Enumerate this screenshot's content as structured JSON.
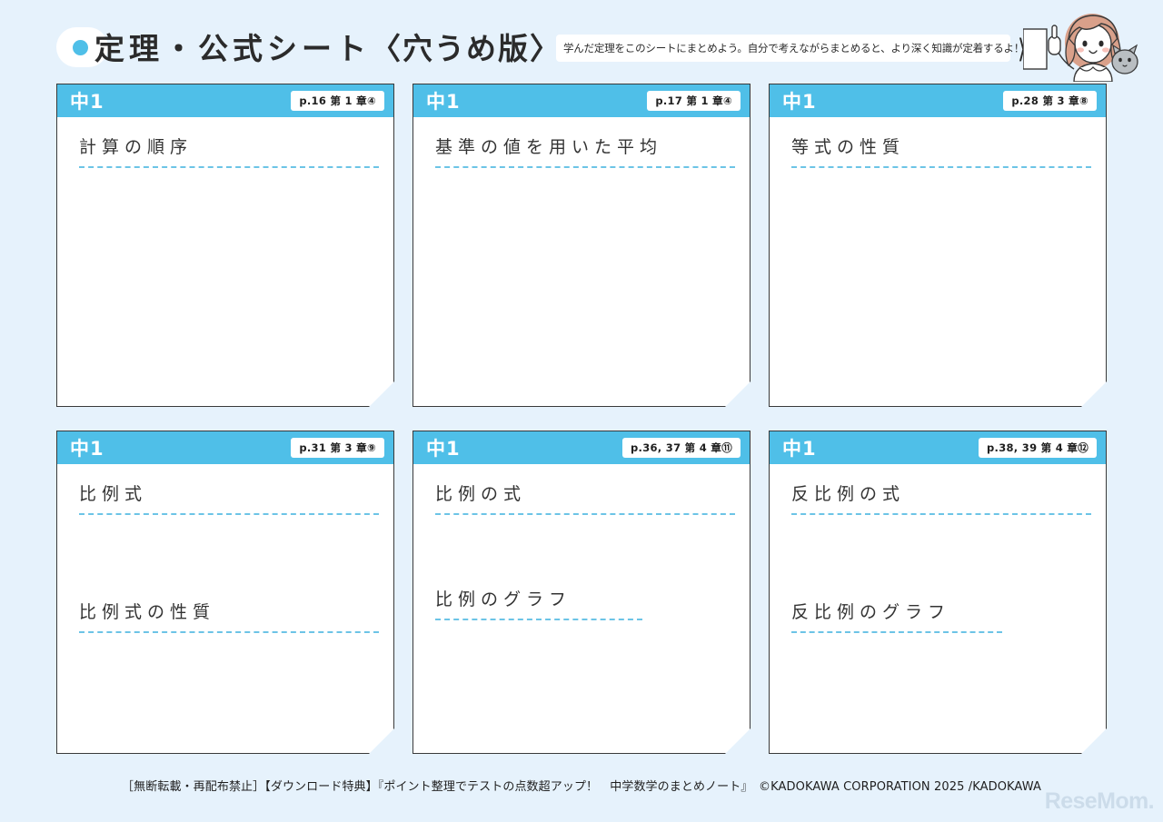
{
  "header": {
    "bullet_icon": "blue-dot-icon",
    "title_main": "定理・公式シート",
    "title_sub": "〈穴うめ版〉",
    "subtitle": "学んだ定理をこのシートにまとめよう。自分で考えながらまとめると、より深く知識が定着するよ！",
    "arrow_icon": "chevron-right-icon",
    "illustration_name": "girl-with-cat-illustration"
  },
  "colors": {
    "background": "#e6f2fc",
    "header_blue": "#4fbfe8",
    "dash_blue": "#6cc4e6",
    "card_border": "#3a3a3a",
    "text_dark": "#333333",
    "watermark": "#ccdcea"
  },
  "cards": [
    {
      "grade": "中1",
      "page_ref": "p.16 第 1 章④",
      "sections": [
        {
          "title": "計算の順序",
          "dash": "full"
        }
      ]
    },
    {
      "grade": "中1",
      "page_ref": "p.17 第 1 章④",
      "sections": [
        {
          "title": "基準の値を用いた平均",
          "dash": "full"
        }
      ]
    },
    {
      "grade": "中1",
      "page_ref": "p.28 第 3 章⑧",
      "sections": [
        {
          "title": "等式の性質",
          "dash": "full"
        }
      ]
    },
    {
      "grade": "中1",
      "page_ref": "p.31 第 3 章⑨",
      "sections": [
        {
          "title": "比例式",
          "dash": "full"
        },
        {
          "title": "比例式の性質",
          "dash": "full"
        }
      ]
    },
    {
      "grade": "中1",
      "page_ref": "p.36, 37 第 4 章⑪",
      "sections": [
        {
          "title": "比例の式",
          "dash": "full"
        },
        {
          "title": "比例のグラフ",
          "dash": "short"
        }
      ]
    },
    {
      "grade": "中1",
      "page_ref": "p.38, 39 第 4 章⑫",
      "sections": [
        {
          "title": "反比例の式",
          "dash": "full"
        },
        {
          "title": "反比例のグラフ",
          "dash": "mid"
        }
      ]
    }
  ],
  "footer": {
    "text": "［無断転載・再配布禁止］【ダウンロード特典】『ポイント整理でテストの点数超アップ！　中学数学のまとめノート』　©KADOKAWA CORPORATION 2025 /KADOKAWA",
    "watermark": "ReseMom."
  }
}
